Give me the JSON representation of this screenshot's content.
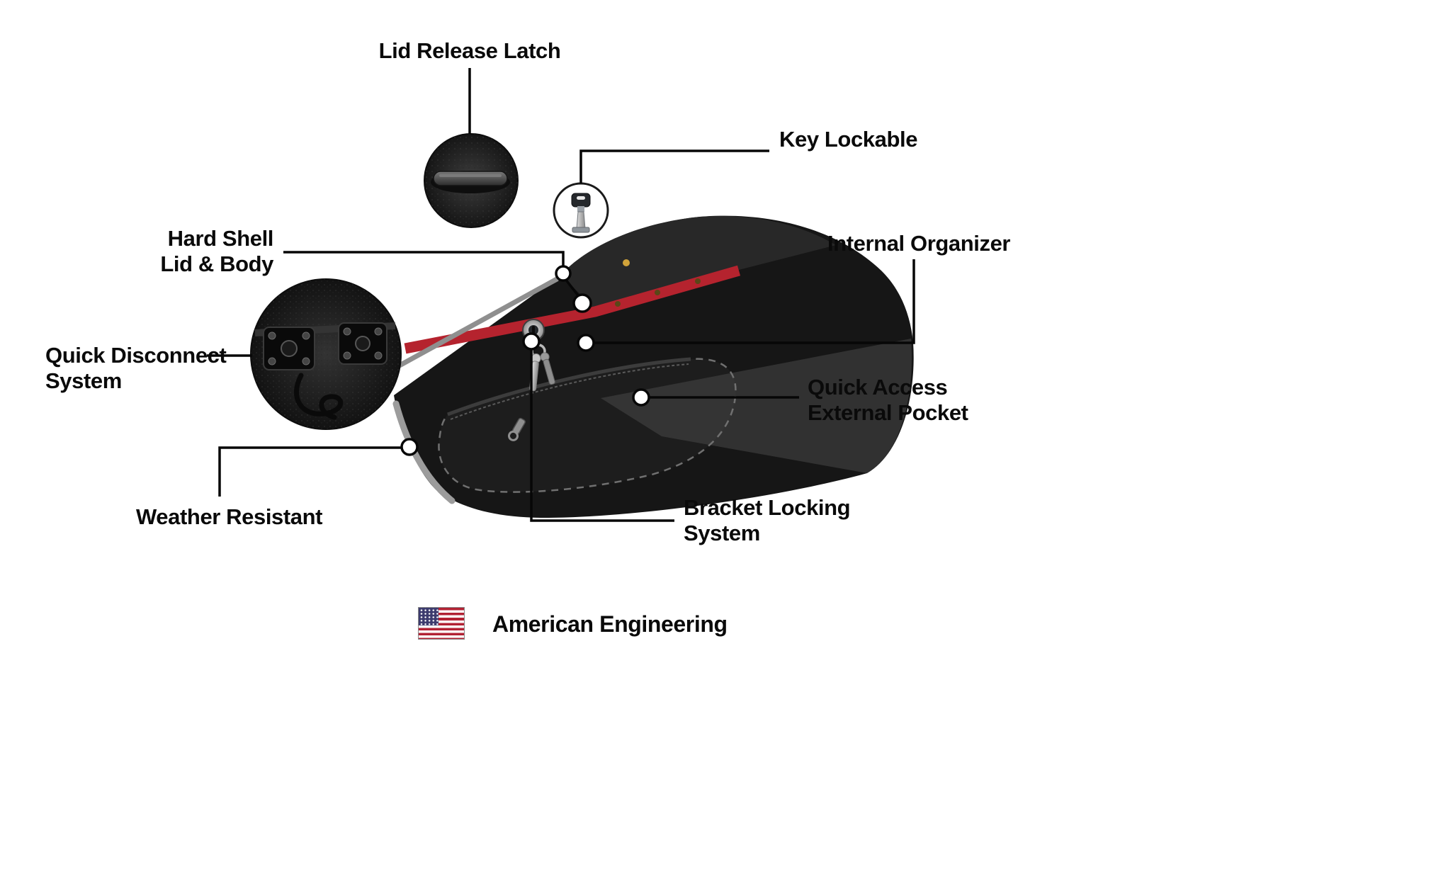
{
  "colors": {
    "accent_red": "#b5232e",
    "piping_gray": "#8f8f8f",
    "bag_black": "#161616",
    "text": "#0a0a0a",
    "flag_red": "#b22234",
    "flag_blue": "#3c3b6e"
  },
  "callouts": {
    "lid_release_latch": {
      "label": "Lid Release Latch"
    },
    "key_lockable": {
      "label": "Key Lockable"
    },
    "hard_shell_lid_body": {
      "line1": "Hard Shell",
      "line2": "Lid & Body"
    },
    "internal_organizer": {
      "label": "Internal Organizer"
    },
    "quick_disconnect_system": {
      "line1": "Quick Disconnect",
      "line2": "System"
    },
    "quick_access_external_pocket": {
      "line1": "Quick Access",
      "line2": "External Pocket"
    },
    "weather_resistant": {
      "label": "Weather Resistant"
    },
    "bracket_locking_system": {
      "line1": "Bracket Locking",
      "line2": "System"
    }
  },
  "footer": {
    "label": "American Engineering",
    "flag_icon": "us-flag-icon"
  },
  "insets": {
    "lid_latch_detail": "lid-latch-photo-inset",
    "quick_disconnect_detail": "quick-disconnect-mount-photo-inset",
    "key_badge": "key-icon"
  }
}
